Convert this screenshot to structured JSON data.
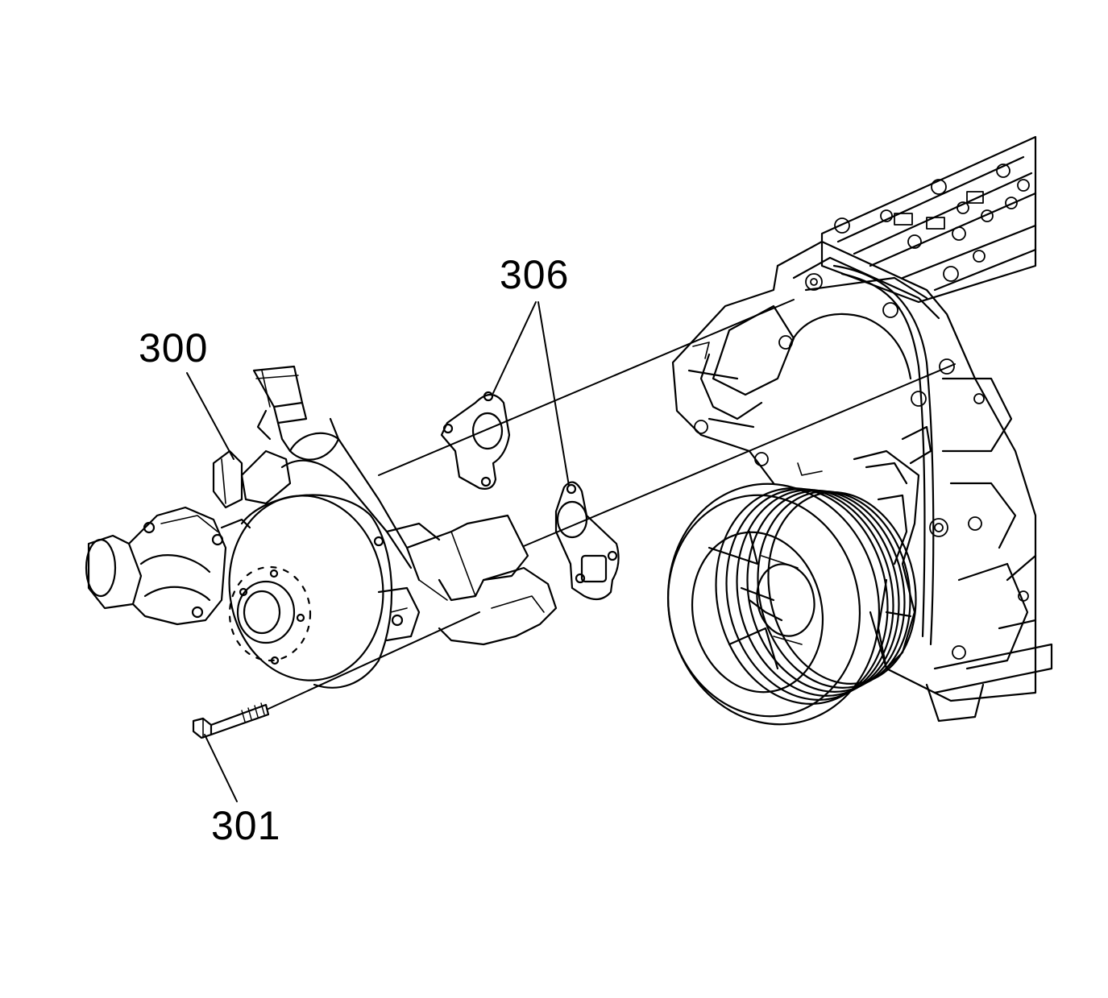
{
  "callouts": {
    "water_pump": "300",
    "gaskets": "306",
    "bolt": "301"
  },
  "colors": {
    "line": "#000000",
    "background": "#ffffff"
  }
}
